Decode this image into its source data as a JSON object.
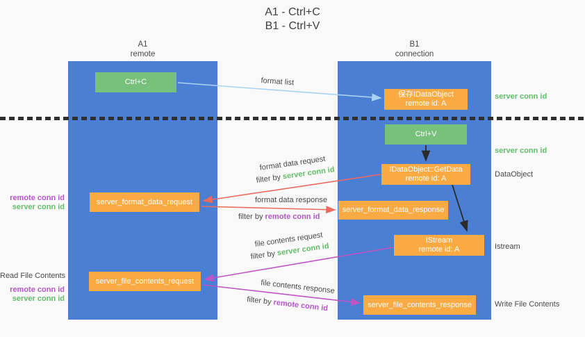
{
  "title": {
    "line1": "A1 - Ctrl+C",
    "line2": "B1 - Ctrl+V"
  },
  "columns": {
    "left": {
      "id": "A1",
      "role": "remote"
    },
    "right": {
      "id": "B1",
      "role": "connection"
    }
  },
  "nodes": {
    "ctrl_c": "Ctrl+C",
    "ctrl_v": "Ctrl+V",
    "save_dataobject": {
      "line1": "保存IDataObject",
      "line2": "remote id: A"
    },
    "getdata": {
      "line1": "IDataObject::GetData",
      "line2": "remote id: A"
    },
    "istream": {
      "line1": "IStream",
      "line2": "remote id: A"
    },
    "format_request": "server_format_data_request",
    "format_response": "server_format_data_response",
    "file_request": "server_file_contents_request",
    "file_response": "server_file_contents_response"
  },
  "arrow_labels": {
    "format_list": "format list",
    "format_data_request": "format data request",
    "filter_server_1": {
      "prefix": "filter by ",
      "key": "server conn id"
    },
    "format_data_response": "format data response",
    "filter_remote_1": {
      "prefix": "filter by ",
      "key": "remote conn id"
    },
    "file_contents_request": "file contents request",
    "filter_server_2": {
      "prefix": "filter by ",
      "key": "server conn id"
    },
    "file_contents_response": "file contents response",
    "filter_remote_2": {
      "prefix": "filter by ",
      "key": "remote conn id"
    }
  },
  "annotations": {
    "right_server_conn_1": "server conn id",
    "right_server_conn_2": "server conn id",
    "dataobject": "DataObject",
    "istream": "Istream",
    "write_file": "Write File Contents",
    "left_remote_conn_1": "remote conn id",
    "left_server_conn_1": "server conn id",
    "read_file": "Read File Contents",
    "left_remote_conn_2": "remote conn id",
    "left_server_conn_2": "server conn id"
  },
  "colors": {
    "blue": "#4a7fd3",
    "green": "#77c17c",
    "orange": "#f9aa42",
    "arrow_blue": "#a9d3f2",
    "arrow_red": "#ee6a5f",
    "arrow_magenta": "#bf56c3",
    "green_text": "#62bd68",
    "purple_text": "#b455c8"
  }
}
